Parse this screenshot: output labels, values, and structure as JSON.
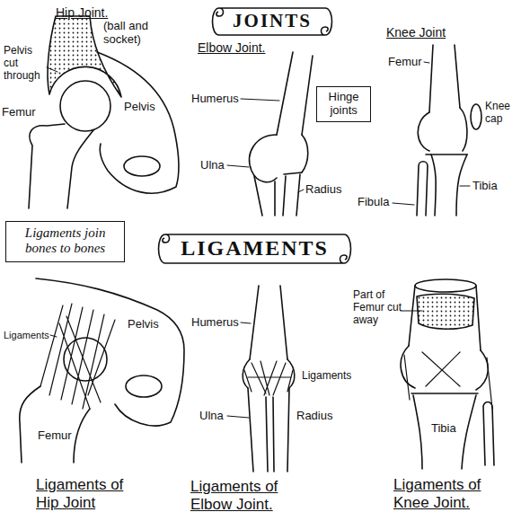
{
  "diagram": {
    "nodes": [
      {
        "text": [
          "JOINTS"
        ]
      },
      {
        "text": [
          "Hinge joints"
        ]
      },
      {
        "text": [
          "Ligaments join bones to bones"
        ]
      },
      {
        "text": [
          "LIGAMENTS"
        ]
      }
    ],
    "labels": [
      "Hip Joint.",
      "(ball and socket)",
      "Pelvis cut through",
      "Femur",
      "Pelvis",
      "Elbow Joint.",
      "Humerus",
      "Ulna",
      "Radius",
      "Knee Joint",
      "Femur",
      "Knee cap",
      "Fibula",
      "Tibia",
      "Ligaments",
      "Pelvis",
      "Femur",
      "Ligaments of Hip Joint",
      "Humerus",
      "Ligaments",
      "Ulna",
      "Radius",
      "Ligaments of Elbow Joint.",
      "Part of Femur cut away",
      "Tibia",
      "Ligaments of Knee Joint."
    ]
  }
}
